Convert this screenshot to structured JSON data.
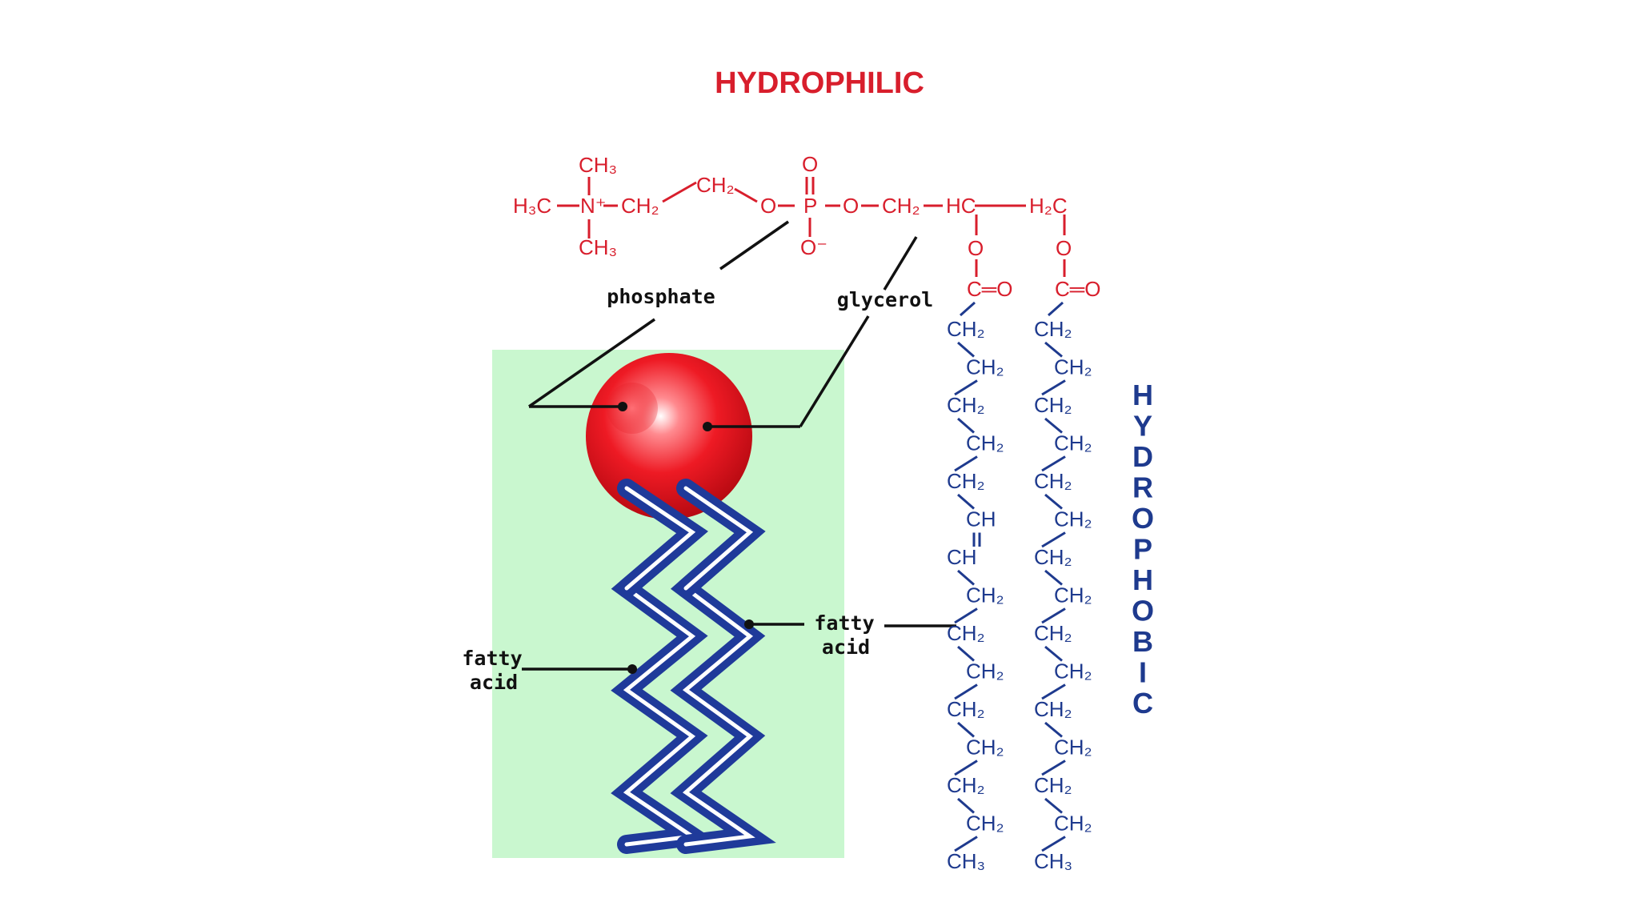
{
  "titles": {
    "top": "HYDROPHILIC",
    "side": "HYDROPHOBIC"
  },
  "labels": {
    "phosphate": "phosphate",
    "glycerol": "glycerol",
    "fatty_acid_left_1": "fatty",
    "fatty_acid_left_2": "acid",
    "fatty_acid_right_1": "fatty",
    "fatty_acid_right_2": "acid"
  },
  "head_group": {
    "ch3_top": "CH₃",
    "h3c": "H₃C",
    "n_plus": "N⁺",
    "ch3_bottom": "CH₃",
    "ch2_a": "CH₂",
    "ch2_b": "CH₂",
    "o_link": "O",
    "o_double": "O",
    "p": "P",
    "o_minus": "O⁻",
    "o_link2": "O",
    "ch2_glycerol": "CH₂",
    "hc": "HC",
    "h2c": "H₂C",
    "ester_o_1": "O",
    "ester_o_2": "O",
    "c_eq_o_1": "C═O",
    "c_eq_o_2": "C═O"
  },
  "chain_left": [
    "CH₂",
    "CH₂",
    "CH₂",
    "CH₂",
    "CH₂",
    "CH",
    "CH",
    "CH₂",
    "CH₂",
    "CH₂",
    "CH₂",
    "CH₂",
    "CH₂",
    "CH₂",
    "CH₃"
  ],
  "chain_right": [
    "CH₂",
    "CH₂",
    "CH₂",
    "CH₂",
    "CH₂",
    "CH₂",
    "CH₂",
    "CH₂",
    "CH₂",
    "CH₂",
    "CH₂",
    "CH₂",
    "CH₂",
    "CH₂",
    "CH₃"
  ],
  "colors": {
    "hydrophilic": "#d81e2c",
    "hydrophobic": "#1e3a8e",
    "panel": "#c9f7cf",
    "head_sphere": "#e8101a",
    "tail": "#1f3a9a"
  }
}
